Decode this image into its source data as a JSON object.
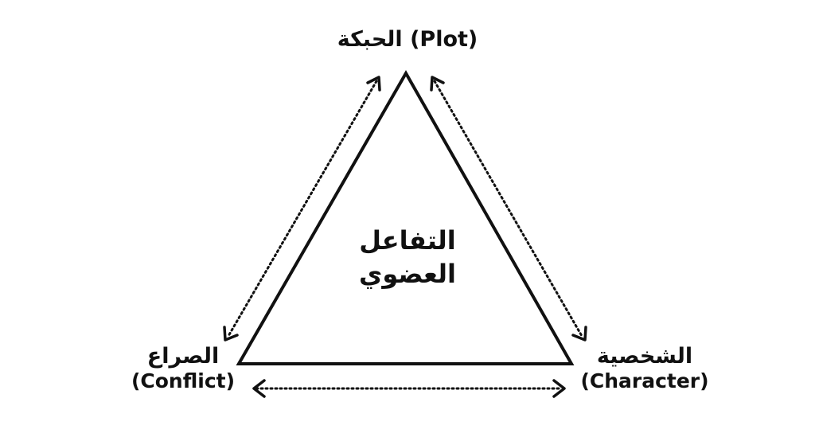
{
  "diagram": {
    "type": "triangle-relationship",
    "center": {
      "line1": "التفاعل",
      "line2": "العضوي"
    },
    "nodes": {
      "top": {
        "arabic": "الحبكة",
        "english": "(Plot)",
        "combined": "الحبكة (Plot)"
      },
      "bottom_left": {
        "arabic": "الصراع",
        "english": "(Conflict)"
      },
      "bottom_right": {
        "arabic": "الشخصية",
        "english": "(Character)"
      }
    },
    "edges": [
      {
        "from": "top",
        "to": "bottom_left",
        "style": "dotted",
        "arrows": "both"
      },
      {
        "from": "top",
        "to": "bottom_right",
        "style": "dotted",
        "arrows": "both"
      },
      {
        "from": "bottom_left",
        "to": "bottom_right",
        "style": "dotted",
        "arrows": "both"
      }
    ],
    "colors": {
      "stroke": "#111111",
      "background": "#ffffff"
    }
  }
}
